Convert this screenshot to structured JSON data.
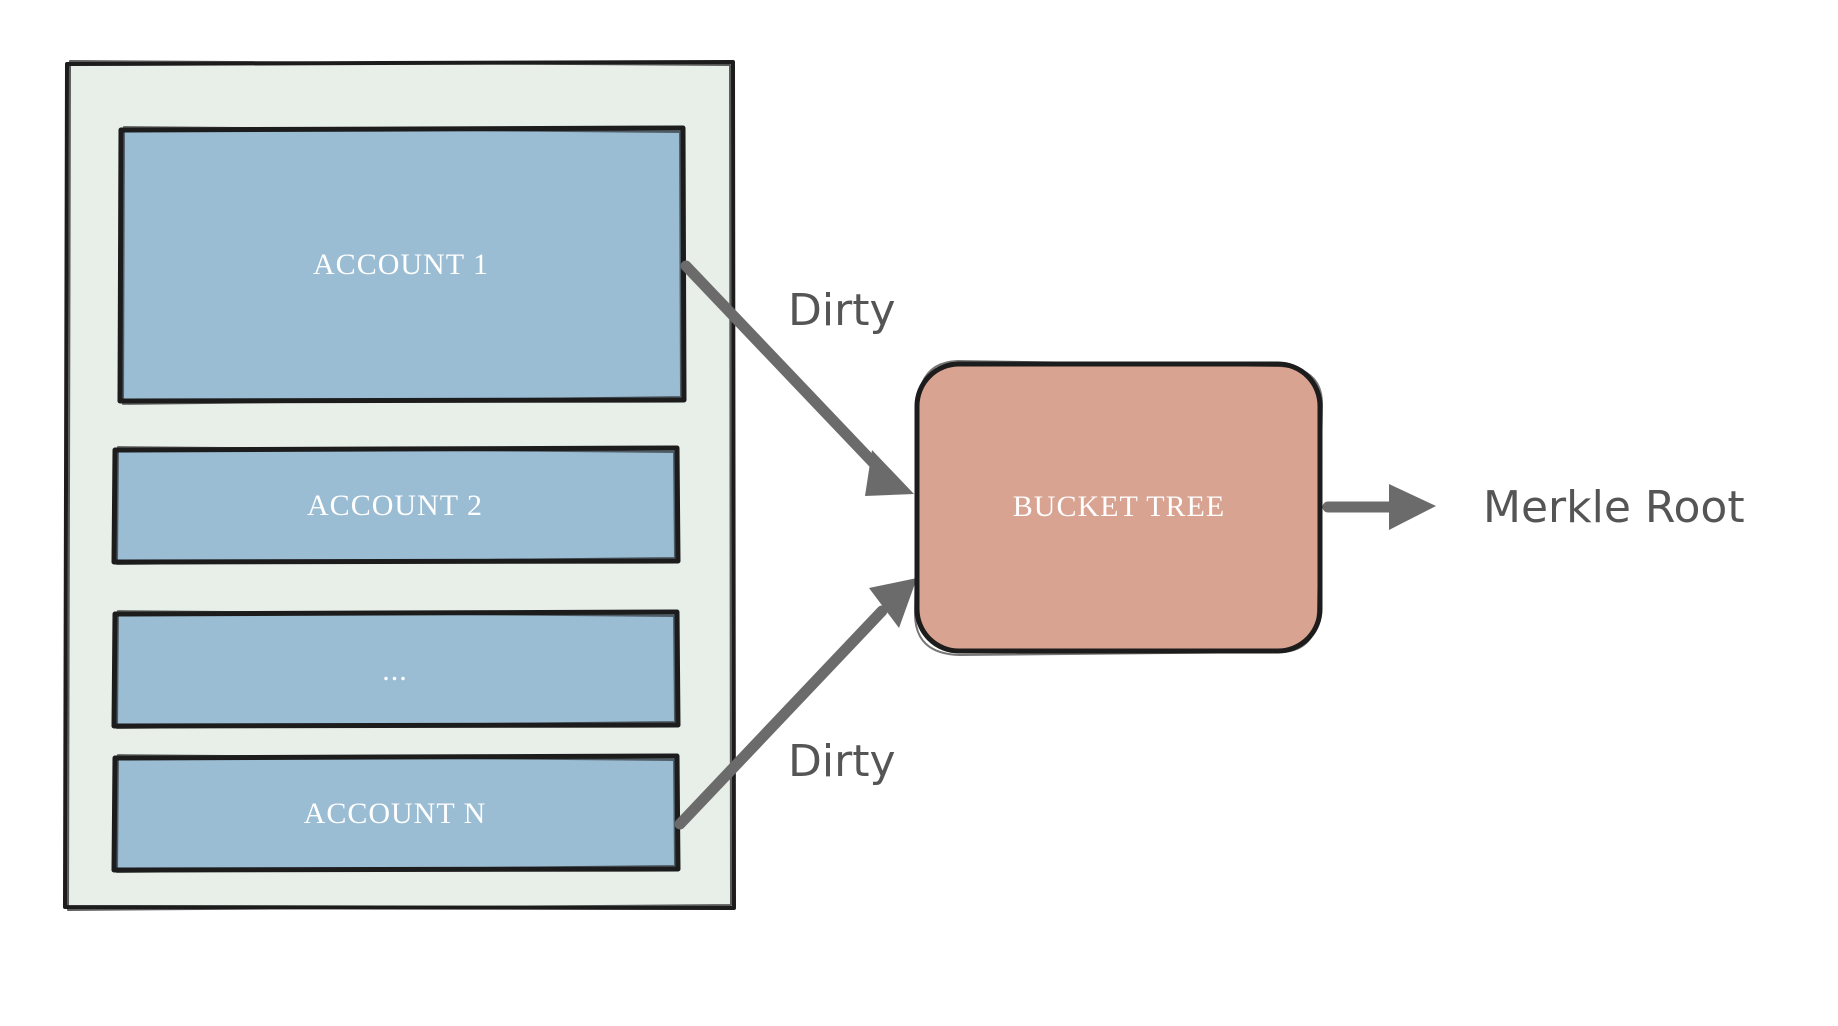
{
  "accounts": [
    {
      "label": "ACCOUNT 1"
    },
    {
      "label": "ACCOUNT 2"
    },
    {
      "label": "..."
    },
    {
      "label": "ACCOUNT N"
    }
  ],
  "bucket_tree": {
    "label": "BUCKET TREE"
  },
  "edges": {
    "top_label": "Dirty",
    "bottom_label": "Dirty"
  },
  "output": {
    "label": "Merkle Root"
  },
  "colors": {
    "container_fill": "#e8efe9",
    "account_fill": "#9bbdd4",
    "bucket_fill": "#d9a392",
    "arrow": "#6b6b6b",
    "outline": "#1c1c1c",
    "output_text": "#555555"
  }
}
